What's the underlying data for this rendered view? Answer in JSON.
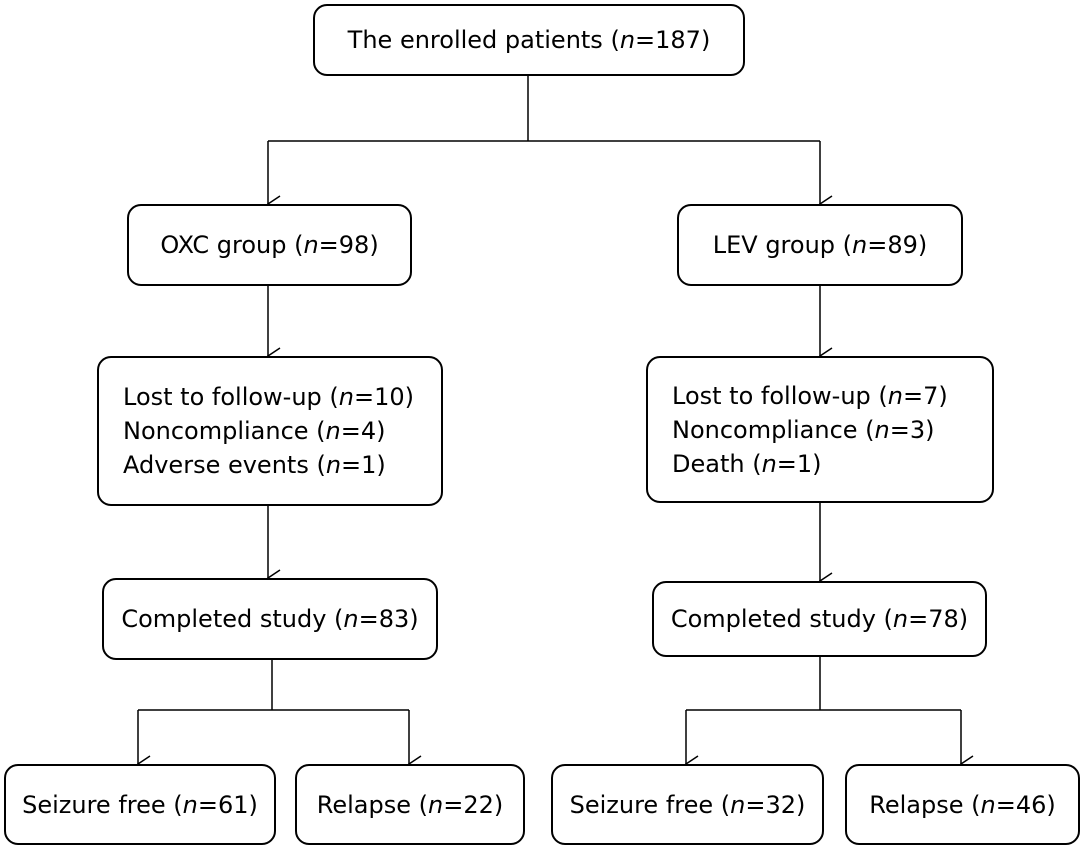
{
  "nodes": {
    "enrolled": [
      {
        "pre": "The enrolled patients (",
        "n": "n",
        "post": "=187)"
      }
    ],
    "oxc_group": [
      {
        "pre": "OXC group (",
        "n": "n",
        "post": "=98)"
      }
    ],
    "lev_group": [
      {
        "pre": "LEV group (",
        "n": "n",
        "post": "=89)"
      }
    ],
    "oxc_excluded": [
      {
        "pre": "Lost to follow-up (",
        "n": "n",
        "post": "=10)"
      },
      {
        "pre": "Noncompliance (",
        "n": "n",
        "post": "=4)"
      },
      {
        "pre": "Adverse events (",
        "n": "n",
        "post": "=1)"
      }
    ],
    "lev_excluded": [
      {
        "pre": "Lost to follow-up (",
        "n": "n",
        "post": "=7)"
      },
      {
        "pre": "Noncompliance (",
        "n": "n",
        "post": "=3)"
      },
      {
        "pre": "Death (",
        "n": "n",
        "post": "=1)"
      }
    ],
    "oxc_completed": [
      {
        "pre": "Completed study (",
        "n": "n",
        "post": "=83)"
      }
    ],
    "lev_completed": [
      {
        "pre": "Completed study (",
        "n": "n",
        "post": "=78)"
      }
    ],
    "oxc_seizure_free": [
      {
        "pre": "Seizure free (",
        "n": "n",
        "post": "=61)"
      }
    ],
    "oxc_relapse": [
      {
        "pre": "Relapse (",
        "n": "n",
        "post": "=22)"
      }
    ],
    "lev_seizure_free": [
      {
        "pre": "Seizure free (",
        "n": "n",
        "post": "=32)"
      }
    ],
    "lev_relapse": [
      {
        "pre": "Relapse (",
        "n": "n",
        "post": "=46)"
      }
    ]
  }
}
